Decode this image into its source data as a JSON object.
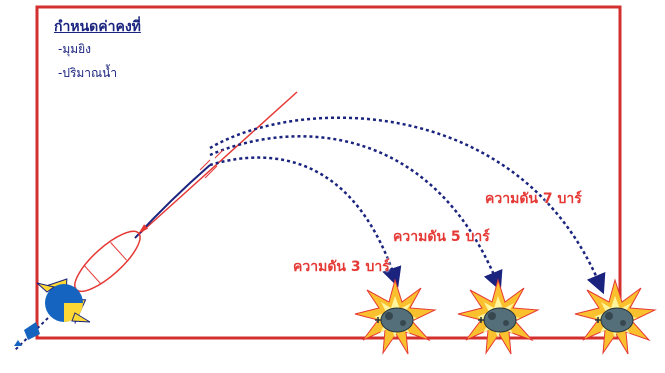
{
  "heading": "กำหนดค่าคงที่",
  "bullets": [
    "-มุมยิง",
    "-ปริมาณน้ำ"
  ],
  "pressure_labels": [
    "ความดัน 3 บาร์",
    "ความดัน 5 บาร์",
    "ความดัน 7 บาร์"
  ],
  "colors": {
    "frame": "#d32f2f",
    "trajectory": "#1a237e",
    "aim_line": "#e53935",
    "label": "#e53935",
    "rocket_body": "#1565c0",
    "fins": "#fdd835",
    "explosion": "#f9a825"
  }
}
